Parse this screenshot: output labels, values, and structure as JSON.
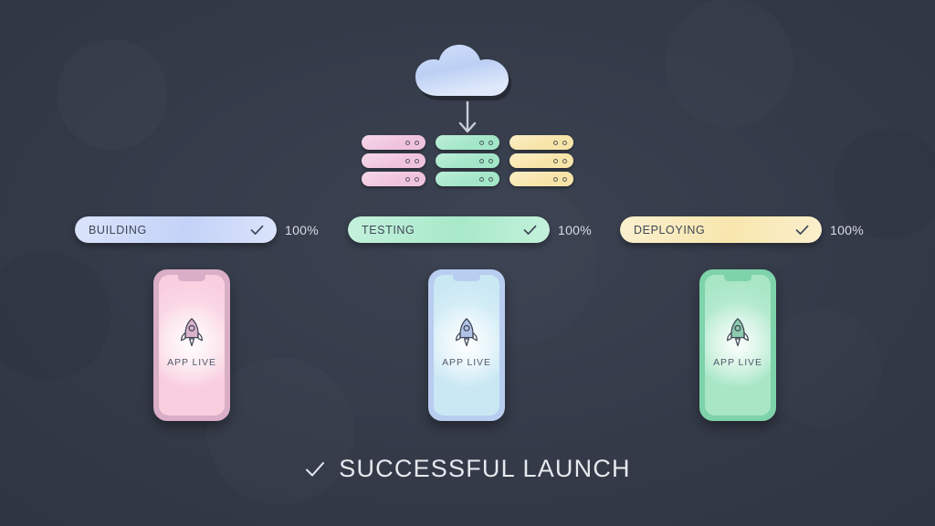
{
  "scene": {
    "background_color": "#343a48",
    "title": "CI/CD deployment pipeline illustration"
  },
  "cloud": {
    "icon": "cloud-icon",
    "color": "#b9cdf0",
    "color_light": "#d6e3f8"
  },
  "arrow": {
    "icon": "arrow-down-icon",
    "color": "#c9ced9"
  },
  "servers": {
    "racks": [
      {
        "name": "server-rack-pink",
        "color": "#f0c3dd",
        "color_light": "#f6d9ea",
        "units": 3,
        "leds_per_unit": 2
      },
      {
        "name": "server-rack-green",
        "color": "#a3e6c8",
        "color_light": "#bdf0d9",
        "units": 3,
        "leds_per_unit": 2
      },
      {
        "name": "server-rack-yellow",
        "color": "#f7e4a8",
        "color_light": "#fbefc6",
        "units": 3,
        "leds_per_unit": 2
      }
    ]
  },
  "pipeline": {
    "stages": [
      {
        "label": "BUILDING",
        "percent_label": "100%",
        "percent_value": 100,
        "fill_color": "#c3d2f7",
        "fill_color_light": "#dbe4fb",
        "check_icon": "check-icon",
        "status": "complete"
      },
      {
        "label": "TESTING",
        "percent_label": "100%",
        "percent_value": 100,
        "fill_color": "#a8e9c9",
        "fill_color_light": "#c4f1dc",
        "check_icon": "check-icon",
        "status": "complete"
      },
      {
        "label": "DEPLOYING",
        "percent_label": "100%",
        "percent_value": 100,
        "fill_color": "#f7e6ad",
        "fill_color_light": "#fbf0ce",
        "check_icon": "check-icon",
        "status": "complete"
      }
    ]
  },
  "devices": [
    {
      "name": "phone-pink",
      "caption": "APP LIVE",
      "icon": "rocket-icon",
      "screen_color": "#f9cfdf",
      "screen_color_light": "#fde5ee",
      "frame_color": "#d9aec6",
      "rocket_color": "#d9b2cb"
    },
    {
      "name": "phone-blue",
      "caption": "APP LIVE",
      "icon": "rocket-icon",
      "screen_color": "#c9e8f4",
      "screen_color_light": "#e2f4fa",
      "frame_color": "#b9cdf0",
      "rocket_color": "#b2c2e6"
    },
    {
      "name": "phone-green",
      "caption": "APP LIVE",
      "icon": "rocket-icon",
      "screen_color": "#a8e6c6",
      "screen_color_light": "#c8f1dc",
      "frame_color": "#7ed3ab",
      "rocket_color": "#8ccbad"
    }
  ],
  "footer": {
    "check_icon": "check-icon",
    "text": "SUCCESSFUL LAUNCH"
  }
}
